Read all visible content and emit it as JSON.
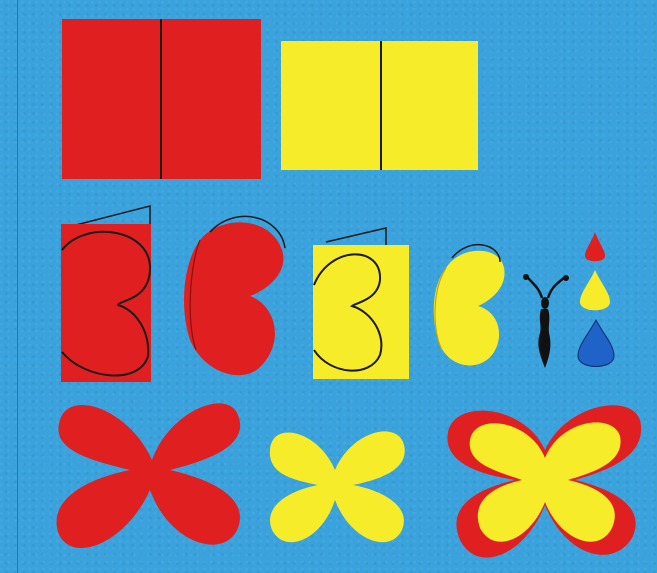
{
  "scene": {
    "subject": "paper-butterfly-craft-steps",
    "colors": {
      "background_blue": "#3aa2dc",
      "paper_red": "#e02020",
      "paper_yellow": "#f7ec2a",
      "paper_blue": "#1f62c8",
      "pencil_line": "#1a1a1a",
      "body_black": "#111111"
    },
    "rows": {
      "row1": [
        "red-folded-square",
        "yellow-folded-square"
      ],
      "row2": [
        "red-card-with-heart-outline",
        "red-cut-wing-pair",
        "yellow-card-with-heart-outline",
        "yellow-cut-wing-pair",
        "black-butterfly-body",
        "color-drops"
      ],
      "row3": [
        "red-butterfly-wings",
        "yellow-butterfly-wings",
        "assembled-butterfly"
      ]
    }
  }
}
